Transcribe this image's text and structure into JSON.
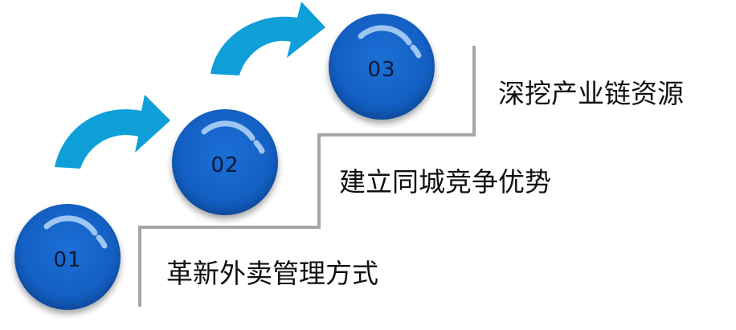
{
  "steps": [
    {
      "number": "01",
      "label": "革新外卖管理方式"
    },
    {
      "number": "02",
      "label": "建立同城竞争优势"
    },
    {
      "number": "03",
      "label": "深挖产业链资源"
    }
  ],
  "colors": {
    "circle": "#1460c4",
    "arrow": "#0e9fd9",
    "stair_line": "#a6a6a6",
    "text": "#111111"
  },
  "icons": [
    "curved-arrow-icon",
    "curved-arrow-icon"
  ]
}
